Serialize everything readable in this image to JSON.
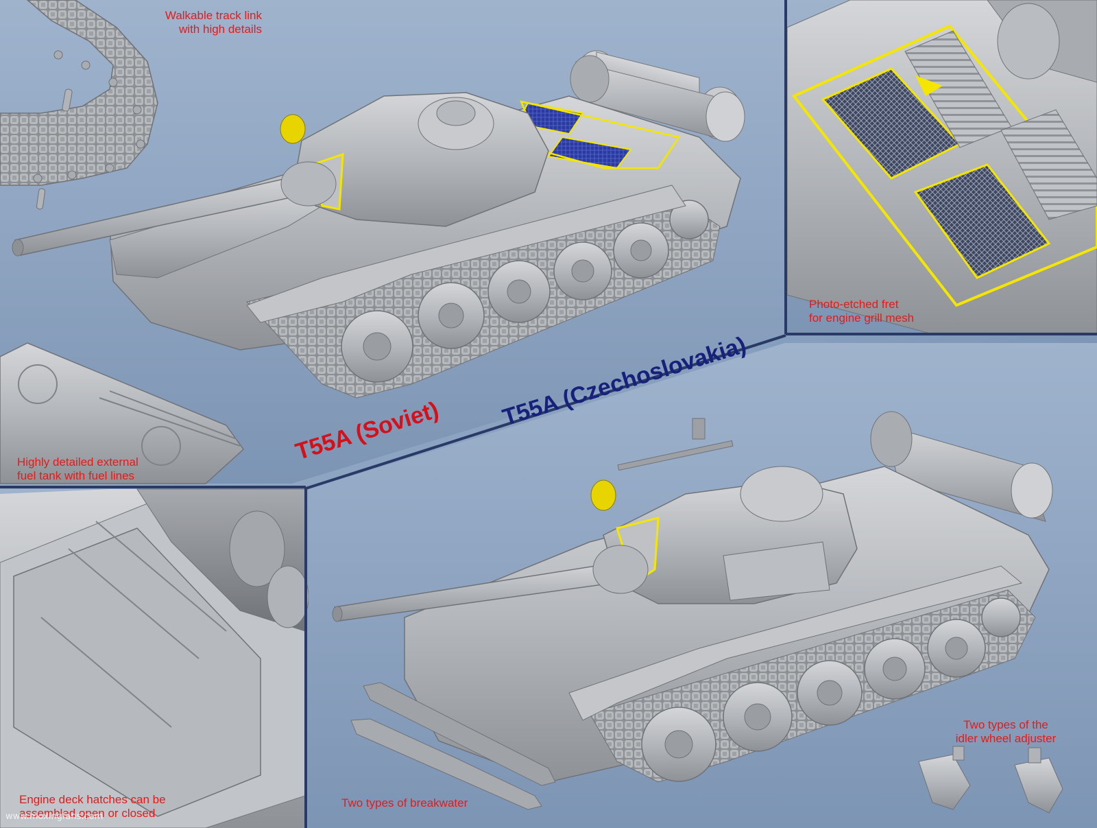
{
  "captions": {
    "track_link": [
      "Walkable track link",
      "with high details"
    ],
    "engine_grill": [
      "Photo-etched fret",
      "for engine grill mesh"
    ],
    "fuel_tank": [
      "Highly detailed external",
      "fuel tank with fuel lines"
    ],
    "engine_deck": [
      "Engine deck hatches can be",
      "assembled open or closed"
    ],
    "breakwater": "Two types of breakwater",
    "idler": [
      "Two types of the",
      "idler wheel adjuster"
    ]
  },
  "titles": {
    "soviet": "T55A (Soviet)",
    "czech": "T55A (Czechoslovakia)"
  },
  "watermark": "www.moxingfans.com",
  "colors": {
    "caption": "#e31b1b",
    "soviet_title": "#d4101b",
    "czech_title": "#17207a",
    "panel_border": "#2a3a66",
    "model_gray": "#b9bcc0",
    "highlight_yellow": "#f5e600"
  }
}
